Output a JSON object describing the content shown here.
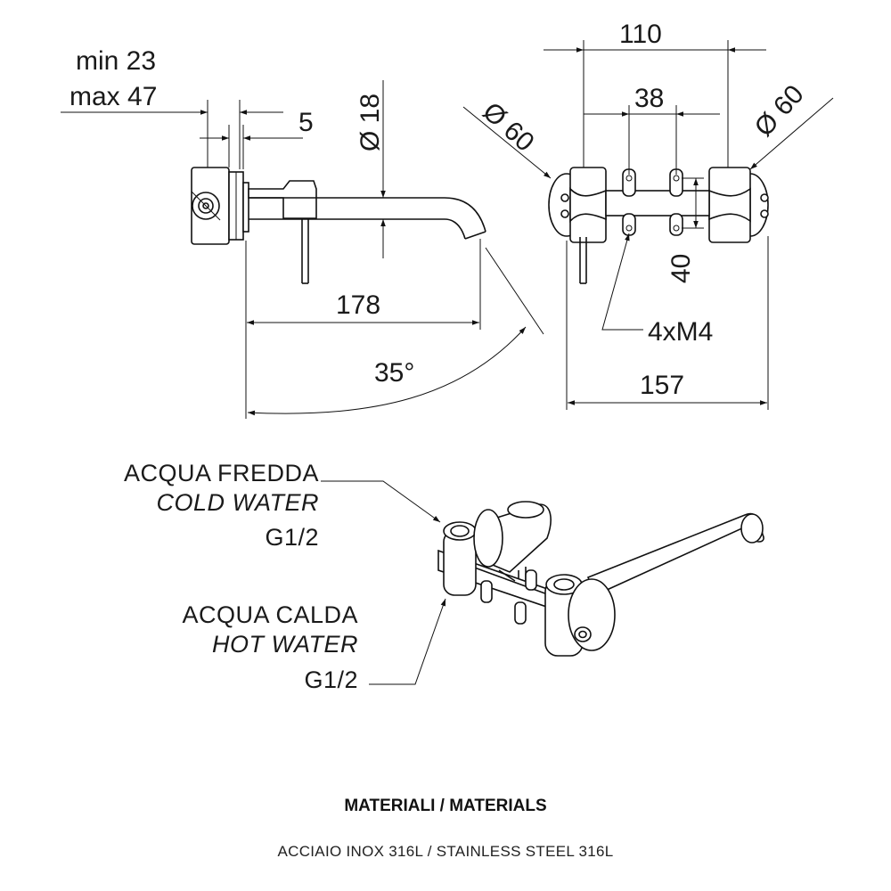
{
  "dimensions": {
    "min_depth": "min 23",
    "max_depth": "max 47",
    "plate": "5",
    "spout_diameter": "Ø 18",
    "spout_length": "178",
    "spout_angle": "35°",
    "handle_diameter_left": "Ø 60",
    "handle_diameter_right": "Ø 60",
    "handle_spacing": "110",
    "hole_spacing": "38",
    "hole_height": "40",
    "screws": "4xM4",
    "overall_width": "157"
  },
  "connections": {
    "cold": {
      "label_it": "ACQUA FREDDA",
      "label_en": "COLD WATER",
      "thread": "G1/2"
    },
    "hot": {
      "label_it": "ACQUA CALDA",
      "label_en": "HOT WATER",
      "thread": "G1/2"
    }
  },
  "materials": {
    "title": "MATERIALI / MATERIALS",
    "text": "ACCIAIO INOX 316L / STAINLESS STEEL 316L"
  }
}
